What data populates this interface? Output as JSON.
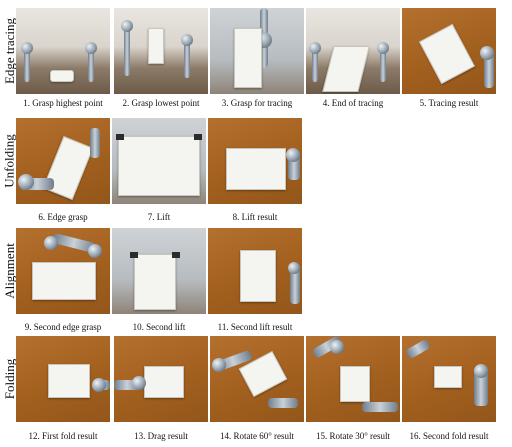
{
  "rows": [
    {
      "label": "Edge tracing",
      "tiles": [
        {
          "caption": "1. Grasp highest point",
          "scene": "lab"
        },
        {
          "caption": "2. Grasp lowest point",
          "scene": "lab"
        },
        {
          "caption": "3. Grasp for tracing",
          "scene": "wall"
        },
        {
          "caption": "4. End of tracing",
          "scene": "lab"
        },
        {
          "caption": "5. Tracing result",
          "scene": "wood"
        }
      ]
    },
    {
      "label": "Unfolding",
      "tiles": [
        {
          "caption": "6. Edge grasp",
          "scene": "wood"
        },
        {
          "caption": "7. Lift",
          "scene": "wall"
        },
        {
          "caption": "8. Lift result",
          "scene": "wood"
        }
      ]
    },
    {
      "label": "Alignment",
      "tiles": [
        {
          "caption": "9. Second edge grasp",
          "scene": "wood"
        },
        {
          "caption": "10. Second lift",
          "scene": "wall"
        },
        {
          "caption": "11. Second lift result",
          "scene": "wood"
        }
      ]
    },
    {
      "label": "Folding",
      "tiles": [
        {
          "caption": "12. First fold result",
          "scene": "wood"
        },
        {
          "caption": "13. Drag result",
          "scene": "wood"
        },
        {
          "caption": "14. Rotate 60° result",
          "scene": "wood"
        },
        {
          "caption": "15. Rotate 30° result",
          "scene": "wood"
        },
        {
          "caption": "16. Second fold result",
          "scene": "wood"
        }
      ]
    }
  ]
}
